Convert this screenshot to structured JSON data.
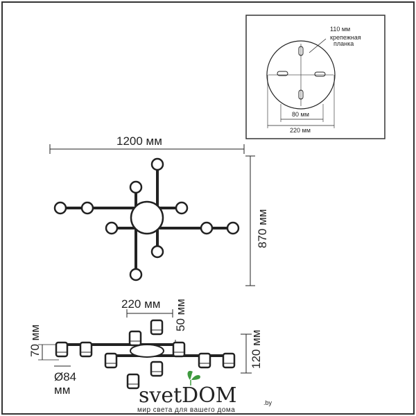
{
  "mount_plate": {
    "plate_size": "110 мм",
    "plate_caption_line1": "крепежная",
    "plate_caption_line2": "планка",
    "hole_spacing": "80 мм",
    "canopy_diameter": "220 мм"
  },
  "top_view": {
    "width": "1200 мм",
    "height": "870 мм"
  },
  "side_view": {
    "canopy_diameter": "220 мм",
    "canopy_height": "50 мм",
    "shade_height": "70 мм",
    "total_height": "120 мм",
    "shade_diameter_line1": "Ø84",
    "shade_diameter_line2": "мм"
  },
  "branding": {
    "logo_word": "svetDOM",
    "logo_suffix": ".by",
    "tagline": "мир света для вашего дома"
  },
  "colors": {
    "line": "#222222",
    "frame": "#333333",
    "logo_dark": "#2a2a2a",
    "logo_green": "#3f9a3f"
  }
}
